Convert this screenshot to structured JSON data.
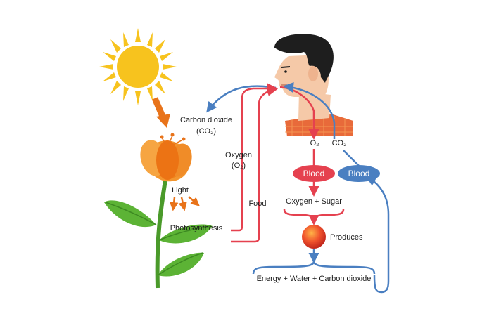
{
  "labels": {
    "carbon_dioxide_top": "Carbon dioxide",
    "co2_formula_top": "(CO₂)",
    "oxygen": "Oxygen",
    "o2_formula": "(O₂)",
    "food": "Food",
    "light": "Light",
    "photosynthesis": "Photosynthesis",
    "o2_short": "O₂",
    "co2_short": "CO₂",
    "blood_red": "Blood",
    "blood_blue": "Blood",
    "oxygen_sugar": "Oxygen + Sugar",
    "produces": "Produces",
    "energy_output": "Energy + Water + Carbon dioxide"
  },
  "colors": {
    "red_arrow": "#e5414f",
    "blue_arrow": "#4a7fc1",
    "orange_arrow": "#e8731a",
    "sun": "#f7c31e",
    "stem": "#4a9a2a",
    "leaf": "#5cb335",
    "petal": "#f3962f",
    "shirt": "#e86a3a",
    "hair": "#1e1e1e",
    "skin": "#f5c9a8"
  }
}
